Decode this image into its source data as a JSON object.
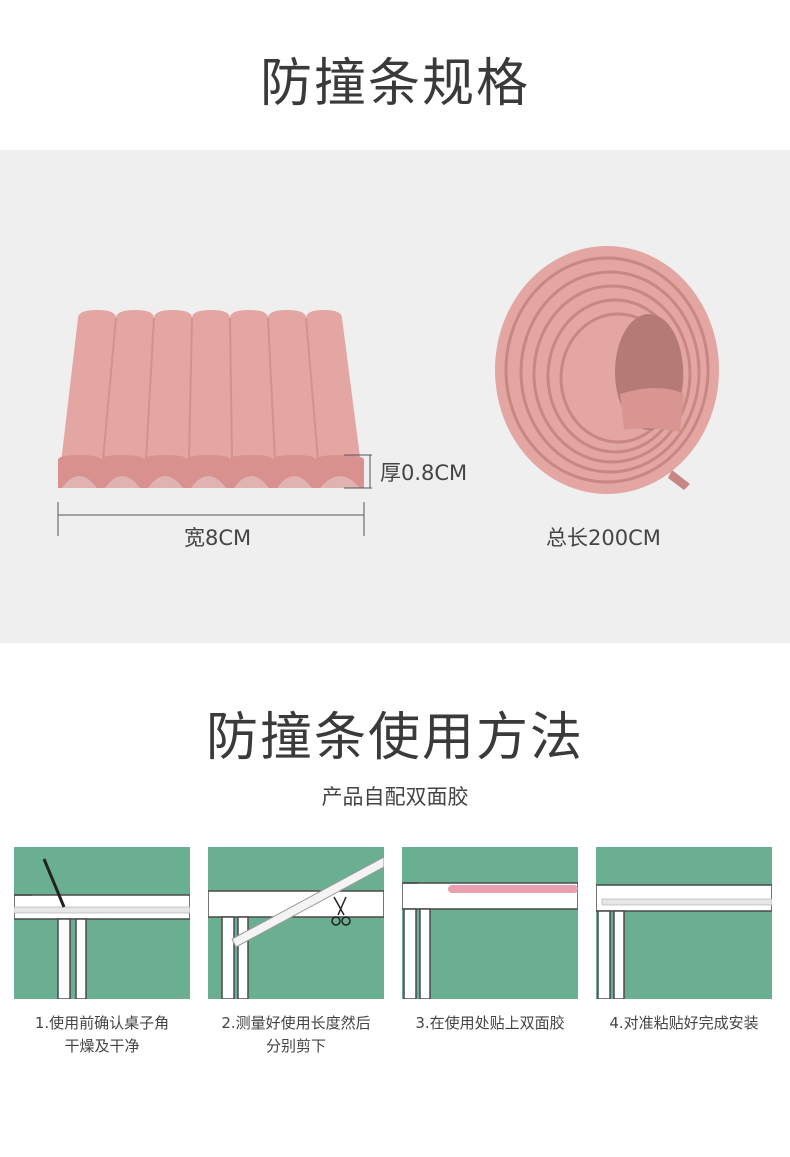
{
  "spec_section": {
    "title": "防撞条规格",
    "thickness_label": "厚0.8CM",
    "width_label": "宽8CM",
    "length_label": "总长200CM",
    "product_color": "#e3a6a3"
  },
  "usage_section": {
    "title": "防撞条使用方法",
    "subtitle": "产品自配双面胶",
    "panel_color": "#6baf92",
    "steps": [
      {
        "line1": "1.使用前确认桌子角",
        "line2": "干燥及干净"
      },
      {
        "line1": "2.测量好使用长度然后",
        "line2": "分别剪下"
      },
      {
        "line1": "3.在使用处贴上双面胶",
        "line2": ""
      },
      {
        "line1": "4.对准粘贴好完成安装",
        "line2": ""
      }
    ]
  }
}
